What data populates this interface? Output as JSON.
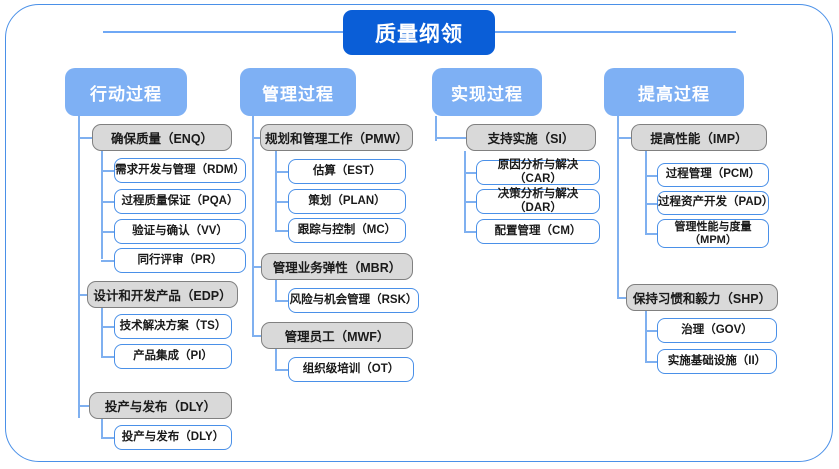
{
  "diagram": {
    "title": "质量纲领",
    "colors": {
      "root_fill": "#0a5ed7",
      "column_header_fill": "#7eb0f4",
      "group_fill": "#d9d9d9",
      "group_border": "#808080",
      "leaf_border": "#4a90e8",
      "connector": "#7fb0f0",
      "frame_border": "#4a90e8",
      "background": "#ffffff"
    },
    "columns": [
      {
        "header": "行动过程",
        "groups": [
          {
            "label": "确保质量（ENQ）",
            "children": [
              "需求开发与管理（RDM）",
              "过程质量保证（PQA）",
              "验证与确认（VV）",
              "同行评审（PR）"
            ]
          },
          {
            "label": "设计和开发产品（EDP）",
            "children": [
              "技术解决方案（TS）",
              "产品集成（PI）"
            ]
          },
          {
            "label": "投产与发布（DLY）",
            "children": [
              "投产与发布（DLY）"
            ]
          }
        ]
      },
      {
        "header": "管理过程",
        "groups": [
          {
            "label": "规划和管理工作（PMW）",
            "children": [
              "估算（EST）",
              "策划（PLAN）",
              "跟踪与控制（MC）"
            ]
          },
          {
            "label": "管理业务弹性（MBR）",
            "children": [
              "风险与机会管理（RSK）"
            ]
          },
          {
            "label": "管理员工（MWF）",
            "children": [
              "组织级培训（OT）"
            ]
          }
        ]
      },
      {
        "header": "实现过程",
        "groups": [
          {
            "label": "支持实施（SI）",
            "children": [
              "原因分析与解决（CAR）",
              "决策分析与解决（DAR）",
              "配置管理（CM）"
            ]
          }
        ]
      },
      {
        "header": "提高过程",
        "groups": [
          {
            "label": "提高性能（IMP）",
            "children": [
              "过程管理（PCM）",
              "过程资产开发（PAD）",
              "管理性能与度量\n（MPM）"
            ]
          },
          {
            "label": "保持习惯和毅力（SHP）",
            "children": [
              "治理（GOV）",
              "实施基础设施（II）"
            ]
          }
        ]
      }
    ]
  }
}
